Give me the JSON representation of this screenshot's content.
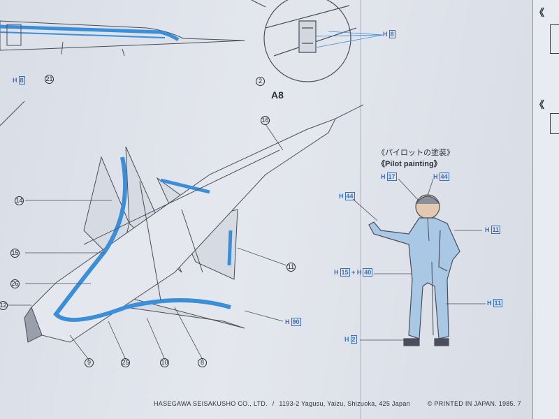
{
  "callouts": {
    "h8_top": "H",
    "h8_top_n": "8",
    "h8_detail": "H",
    "h8_detail_n": "8",
    "h17": "H",
    "h17_n": "17",
    "h44_right": "H",
    "h44_right_n": "44",
    "h44_left": "H",
    "h44_left_n": "44",
    "h11_upper": "H",
    "h11_upper_n": "11",
    "h15_40": "H",
    "h15_n": "15",
    "h40_n": "40",
    "h11_lower": "H",
    "h11_lower_n": "11",
    "h2": "H",
    "h2_n": "2",
    "h90": "H",
    "h90_n": "90"
  },
  "parts": {
    "p21": "21",
    "p2": "2",
    "p16": "16",
    "p14": "14",
    "p15": "15",
    "p26": "26",
    "p12": "12",
    "p9": "9",
    "p25": "25",
    "p10": "10",
    "p8": "8",
    "p11": "11"
  },
  "labels": {
    "detail_title": "A8",
    "pilot_title_jp": "《パイロットの塗装》",
    "pilot_title_en": "《Pilot painting》"
  },
  "footer": {
    "company": "HASEGAWA SEISAKUSHO CO., LTD.",
    "sep": "/",
    "address": "1193-2 Yagusu, Yaizu, Shizuoka, 425 Japan",
    "printed": "© PRINTED IN JAPAN. 1985. 7"
  },
  "colors": {
    "accent_blue": "#3a8fd8",
    "line": "#4a4e5a"
  }
}
